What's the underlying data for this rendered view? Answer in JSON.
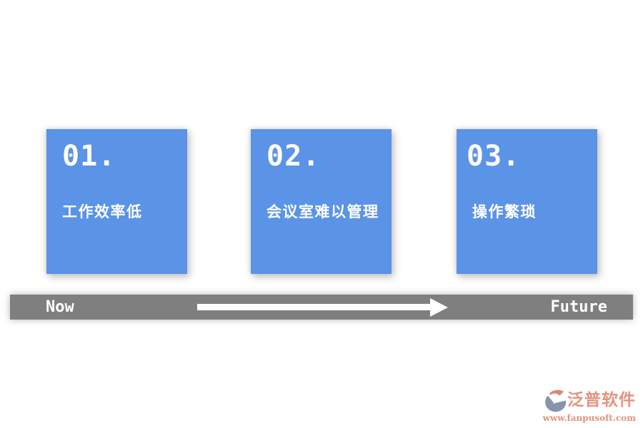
{
  "slide": {
    "cards": [
      {
        "number": "01.",
        "label": "工作效率低"
      },
      {
        "number": "02.",
        "label": "会议室难以管理"
      },
      {
        "number": "03.",
        "label": "操作繁琐"
      }
    ],
    "timeline": {
      "start_label": "Now",
      "end_label": "Future"
    },
    "watermark": {
      "brand": "泛普软件",
      "url": "www.fanpusoft.com"
    },
    "colors": {
      "card_blue": "#5B93E6",
      "bar_gray": "#7F7F7F",
      "arrow_white": "#FFFFFF",
      "logo_salmon": "#E2937F",
      "logo_gray_blue": "#8593AD"
    }
  }
}
